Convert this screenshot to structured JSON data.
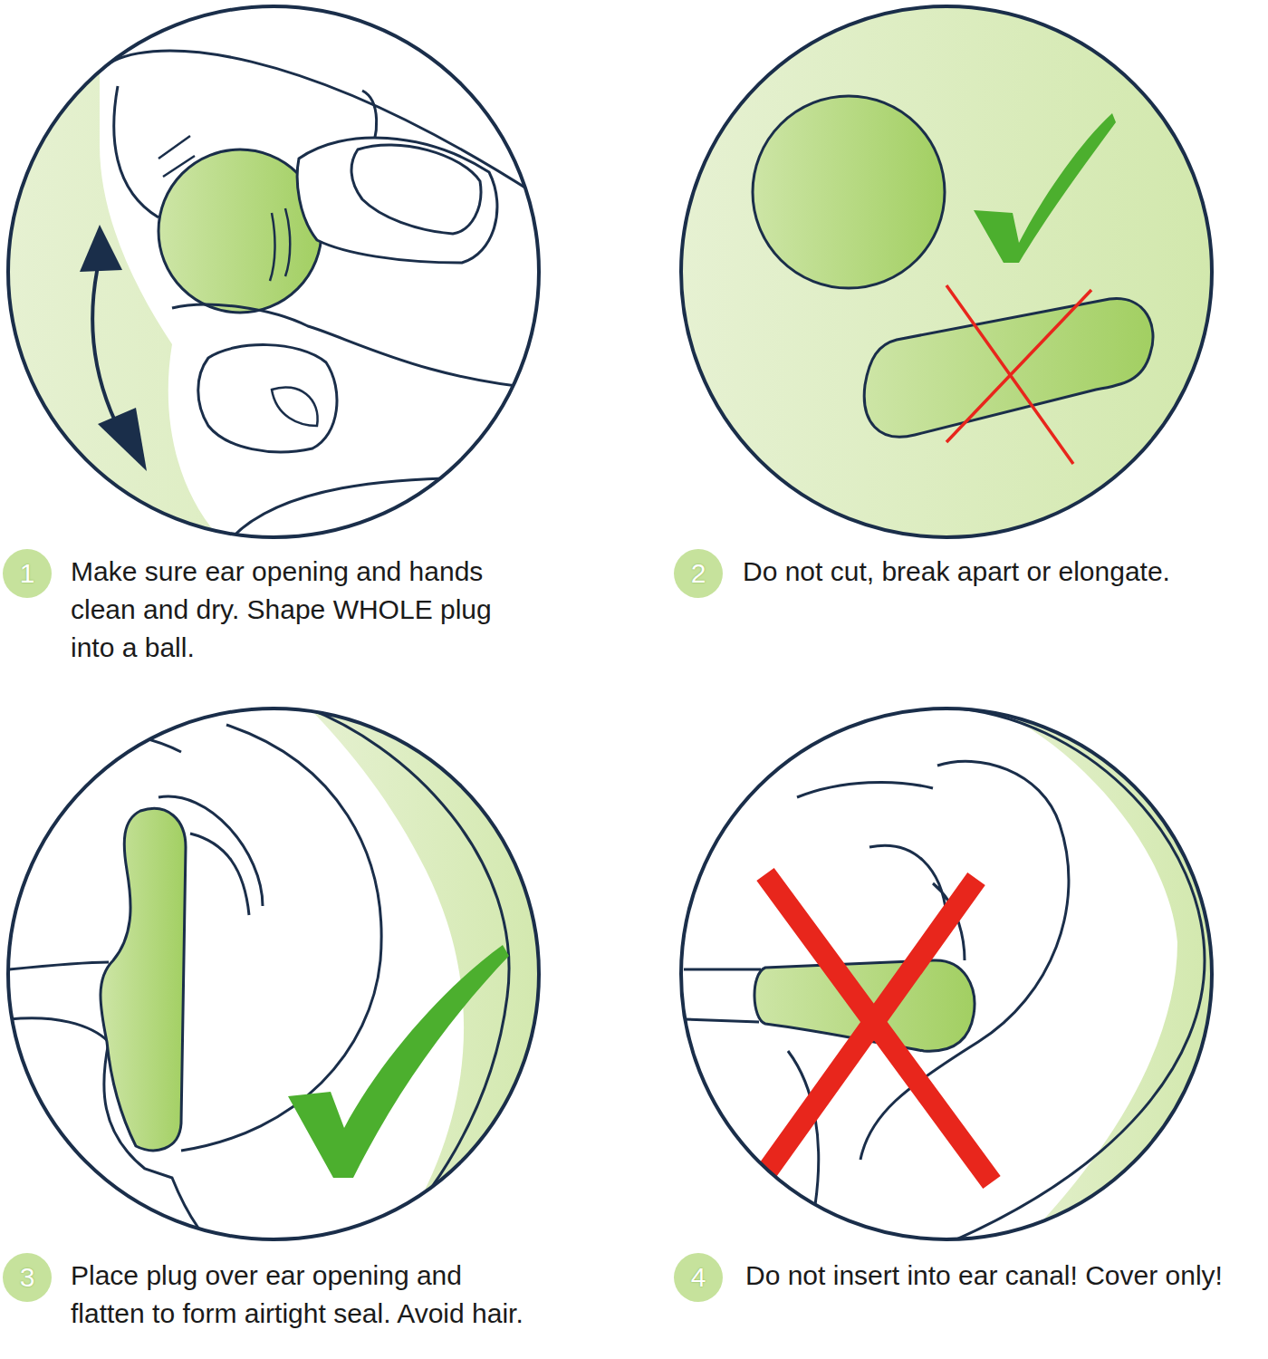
{
  "diagram": {
    "nodes": [
      {
        "text": [
          "1"
        ]
      },
      {
        "text": [
          "2"
        ]
      },
      {
        "text": [
          "3"
        ]
      },
      {
        "text": [
          "4"
        ]
      }
    ],
    "labels": [
      "Make sure ear opening and hands clean and dry. Shape WHOLE plug into a ball.",
      "Do not cut, break apart or elongate.",
      "Place plug over ear opening and flatten to form airtight seal. Avoid hair.",
      "Do not insert into ear canal! Cover only!"
    ]
  }
}
